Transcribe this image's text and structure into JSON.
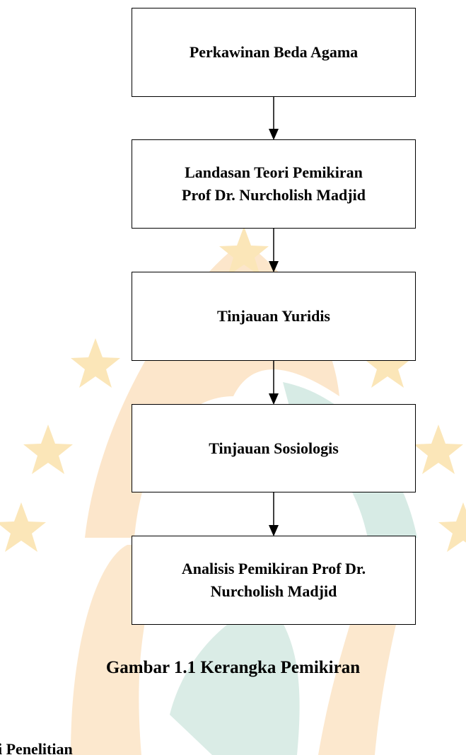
{
  "diagram": {
    "boxes": [
      {
        "id": "perkawinan",
        "label": "Perkawinan Beda Agama"
      },
      {
        "id": "landasan",
        "label": "Landasan Teori Pemikiran\nProf Dr. Nurcholish Madjid"
      },
      {
        "id": "yuridis",
        "label": "Tinjauan Yuridis"
      },
      {
        "id": "sosiologis",
        "label": "Tinjauan Sosiologis"
      },
      {
        "id": "analisis",
        "label": "Analisis Pemikiran Prof Dr.\nNurcholish Madjid"
      }
    ],
    "caption": "Gambar 1.1 Kerangka Pemikiran"
  },
  "next_section_heading": "gi Penelitian",
  "watermark": {
    "description_colors": {
      "star": "#fbe6b8",
      "orange_arc": "#fbe2c2",
      "teal_arc": "#d3e9e2"
    }
  }
}
